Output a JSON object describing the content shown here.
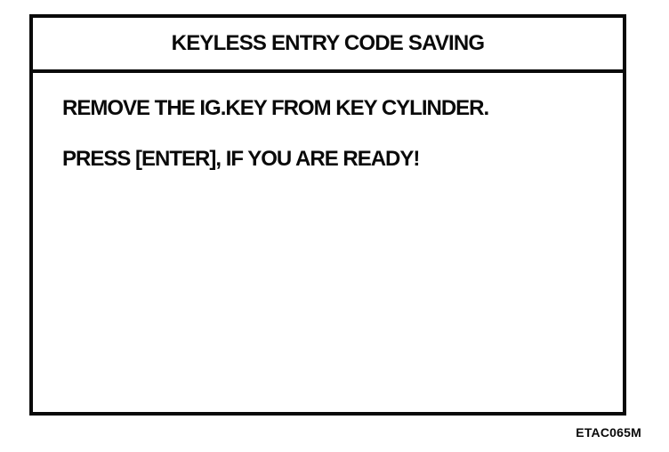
{
  "screen": {
    "title": "KEYLESS ENTRY CODE SAVING",
    "instructions": [
      "REMOVE THE IG.KEY FROM KEY CYLINDER.",
      "PRESS [ENTER], IF YOU ARE READY!"
    ]
  },
  "caption": "ETAC065M",
  "colors": {
    "ink": "#0a0a0a",
    "background": "#ffffff"
  }
}
